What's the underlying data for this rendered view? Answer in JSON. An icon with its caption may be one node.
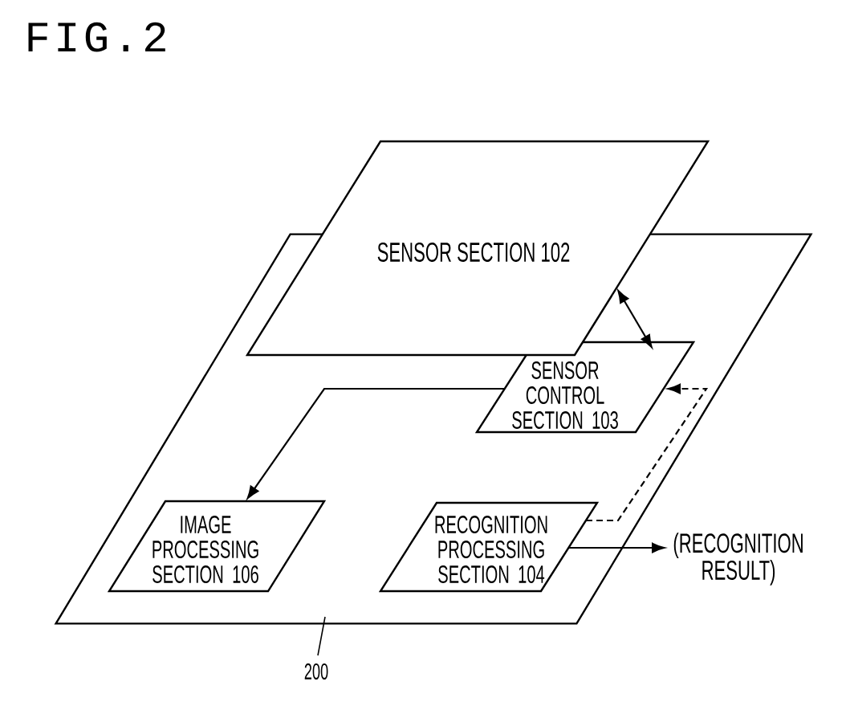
{
  "diagram": {
    "title": "FIG.2",
    "nodes": [
      {
        "text": [],
        "shape": "parallelogram"
      },
      {
        "text": [
          "SENSOR SECTION 102"
        ]
      },
      {
        "text": [
          "SENSOR CONTROL SECTION 103"
        ],
        "in": 0
      },
      {
        "text": [
          "IMAGE PROCESSING SECTION 106"
        ],
        "in": 0
      },
      {
        "text": [
          "RECOGNITION PROCESSING SECTION 104"
        ],
        "in": 0
      },
      {
        "text": [
          "(RECOGNITION RESULT)"
        ]
      },
      {
        "text": [
          "200"
        ]
      }
    ],
    "edges": [
      {
        "from": 1,
        "to": 2,
        "arrow": "both"
      },
      {
        "from": 2,
        "to": 3,
        "arrow": "to"
      },
      {
        "from": 4,
        "to": 2,
        "arrow": "to",
        "style": "dashed"
      },
      {
        "from": 4,
        "to": 5,
        "arrow": "to"
      },
      {
        "from": 6,
        "to": 0,
        "arrow": "none"
      }
    ]
  }
}
